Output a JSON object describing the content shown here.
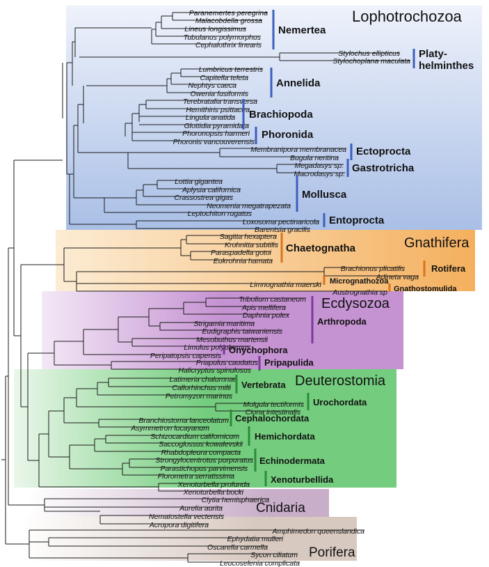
{
  "clades": {
    "lophotrochozoa": "Lophotrochozoa",
    "gnathifera": "Gnathifera",
    "ecdysozoa": "Ecdysozoa",
    "deuterostomia": "Deuterostomia",
    "cnidaria": "Cnidaria",
    "porifera": "Porifera"
  },
  "colors": {
    "lophotrochozoa_top": "#eef2fb",
    "lophotrochozoa_bottom": "#a9bfe6",
    "gnathifera_top": "#fcecd4",
    "gnathifera_bottom": "#f4b05e",
    "ecdysozoa": "#c592d2",
    "deuterostomia": "#74cd7e",
    "cnidaria": "#c8aec9",
    "porifera": "#d8c9c0",
    "bar_blue": "#3d5fbd",
    "bar_orange": "#d9741e",
    "bar_purple": "#7a3a9a",
    "bar_green": "#2c8a3a"
  },
  "groups": {
    "nemertea": "Nemertea",
    "platyhelminthes_1": "Platy-",
    "platyhelminthes_2": "helminthes",
    "annelida": "Annelida",
    "brachiopoda": "Brachiopoda",
    "phoronida": "Phoronida",
    "ectoprocta": "Ectoprocta",
    "gastrotricha": "Gastrotricha",
    "mollusca": "Mollusca",
    "entoprocta": "Entoprocta",
    "chaetognatha": "Chaetognatha",
    "rotifera": "Rotifera",
    "micrognathozoa": "Micrognathozoa",
    "gnathostomulida": "Gnathostomulida",
    "arthropoda": "Arthropoda",
    "onychophora": "Onychophora",
    "pripapulida": "Pripapulida",
    "vertebrata": "Vertebrata",
    "urochordata": "Urochordata",
    "cephalochordata": "Cephalochordata",
    "hemichordata": "Hemichordata",
    "echinodermata": "Echinodermata",
    "xenoturbellida": "Xenoturbellida"
  },
  "taxa": {
    "paranemertes_peregrina": "Paranemertes peregrina",
    "malacobdella_grossa": "Malacobdella grossa",
    "lineus_longissimus": "Lineus longissimus",
    "tubulanus_polymorphus": "Tubulanus polymorphus",
    "cephalothrix_linearis": "Cephalothrix linearis",
    "stylochus_ellipticus": "Stylochus ellipticus",
    "stylochoplana_maculata": "Stylochoplana maculata",
    "lumbricus_terrestris": "Lumbricus terrestris",
    "capitella_teleta": "Capitella teleta",
    "nephtys_caeca": "Nephtys caeca",
    "owenia_fusiformis": "Owenia fusiformis",
    "terebratalia_transversa": "Terebratalia transversa",
    "hemithiris_psittacea": "Hemithiris psittacea",
    "lingula_anatida": "Lingula anatida",
    "glottidia_pyramidata": "Glottidia pyramidata",
    "phoronopsis_harmeri": "Phoronopsis harmeri",
    "phoronis_vancouverensis": "Phoronis vancouverensis",
    "membranipora_membranacea": "Membranipora membranacea",
    "bugula_neritina": "Bugula neritina",
    "megadasys_sp": "Megadasys sp.",
    "macrodasys_sp": "Macrodasys sp.",
    "lottia_gigantea": "Lottia gigantea",
    "aplysia_californica": "Aplysia californica",
    "crassostrea_gigas": "Crassostrea gigas",
    "neomenia_megatrapezata": "Neomenia megatrapezata",
    "leptochiton_rugatus": "Leptochiton rugatus",
    "loxosoma_pectinaricola": "Loxosoma pectinaricola",
    "barentsia_gracilis": "Barentsia gracilis",
    "sagitta_hexaptera": "Sagitta hexaptera",
    "krohnitta_subtilis": "Krohnitta subtilis",
    "paraspadella_gotoi": "Paraspadella gotoi",
    "eukrohnia_hamata": "Eukrohnia hamata",
    "brachionus_plicatilis": "Brachionus plicatilis",
    "adineta_vaga": "Adineta vaga",
    "limnognathia_maerski": "Limnognathia maerski",
    "austrognathia_sp": "Austrognathia sp",
    "tribolium_castaneum": "Tribolium castaneum",
    "apis_mellifera": "Apis mellifera",
    "daphnia_pulex": "Daphnia pulex",
    "strigamia_maritima": "Strigamia maritima",
    "eudigraphis_taiwaniensis": "Eudigraphis taiwaniensis",
    "mesobuthus_martensii": "Mesobuthus martensii",
    "limulus_polyphemus": "Limulus polyphemus",
    "peripatopsis_capensis": "Peripatopsis capensis",
    "priapulus_caudatus": "Priapulus caudatus",
    "halicryptus_spinulosus": "Halicryptus spinulosus",
    "latimeria_chalumnae": "Latimeria chalumnae",
    "callorhinchus_milii": "Callorhinchus milii",
    "petromyzon_marinus": "Petromyzon marinus",
    "molgula_tectiformis": "Molgula tectiformis",
    "ciona_intestinalis": "Ciona intestinalis",
    "branchiostoma_lanceolatum": "Branchiostoma lanceolatum",
    "asymmetron_lucayanum": "Asymmetron lucayanum",
    "schizocardium_californicum": "Schizocardium californicum",
    "saccoglossus_kowalevskii": "Saccoglossus kowalevskii",
    "rhabdopleura_compacta": "Rhabdopleura compacta",
    "strongylocentrotus_purpuratus": "Strongylocentrotus purpuratus",
    "parastichopus_parvimensis": "Parastichopus parvimensis",
    "florometra_serratissima": "Florometra serratissima",
    "xenoturbella_profunda": "Xenoturbella profunda",
    "xenoturbella_bocki": "Xenoturbella bocki",
    "clytia_hemisphaerica": "Clytia hemisphaerica",
    "aurelia_aurita": "Aurelia aurita",
    "nematostella_vectensis": "Nematostella vectensis",
    "acropora_digitifera": "Acropora digitifera",
    "amphimedon_queenslandica": "Amphimedon queenslandica",
    "ephydatia_muelleri": "Ephydatia mulleri",
    "oscarella_carmella": "Oscarella carmella",
    "sycon_ciliatum": "Sycon ciliatum",
    "leucoselenia_complicata": "Leucoselenia complicata"
  }
}
